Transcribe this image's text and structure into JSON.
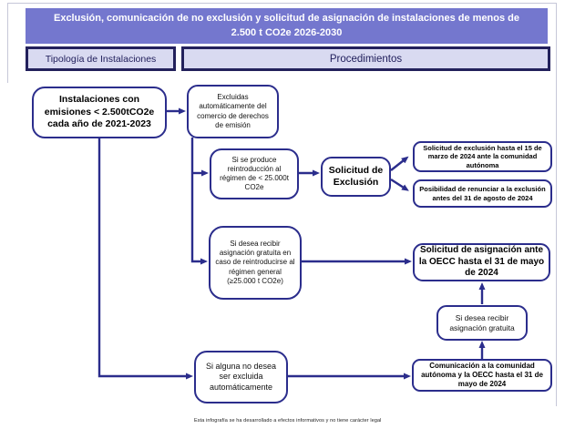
{
  "page": {
    "title": "Exclusión, comunicación de no exclusión y solicitud de asignación de instalaciones de menos de 2.500 t CO2e 2026-2030",
    "footnote": "Esta infografía se ha desarrollado a efectos informativos y no tiene carácter legal"
  },
  "columns": {
    "left_label": "Tipología de Instalaciones",
    "right_label": "Procedimientos"
  },
  "colors": {
    "header_bg": "#7477ce",
    "label_bg": "#d9daf1",
    "label_border": "#23215c",
    "node_border": "#2b2d8c",
    "arrow": "#2b2d8c"
  },
  "nodes": {
    "instalaciones": "Instalaciones con emisiones < 2.500tCO2e cada año de 2021-2023",
    "excluidas": "Excluidas automáticamente del comercio de derechos de emisión",
    "reintroduccion": "Si se produce reintroducción al régimen de < 25.000t CO2e",
    "solicitud_exclusion": "Solicitud de Exclusión",
    "solicitud_exclusion_plazo": "Solicitud de exclusión hasta el 15 de marzo de 2024 ante la comunidad autónoma",
    "renuncia_exclusion": "Posibilidad de renunciar a la exclusión antes del 31 de agosto de 2024",
    "asignacion_reintroduccion": "Si desea recibir asignación gratuita en caso de reintroducirse al régimen general (≥25.000 t CO2e)",
    "solicitud_asignacion": "Solicitud de asignación ante la OECC hasta el 31 de mayo de 2024",
    "desea_asignacion": "Si desea recibir asignación gratuita",
    "comunicacion": "Comunicación a la comunidad autónoma y la OECC hasta el 31 de mayo de 2024",
    "no_excluida": "Si alguna no desea ser excluida automáticamente"
  }
}
